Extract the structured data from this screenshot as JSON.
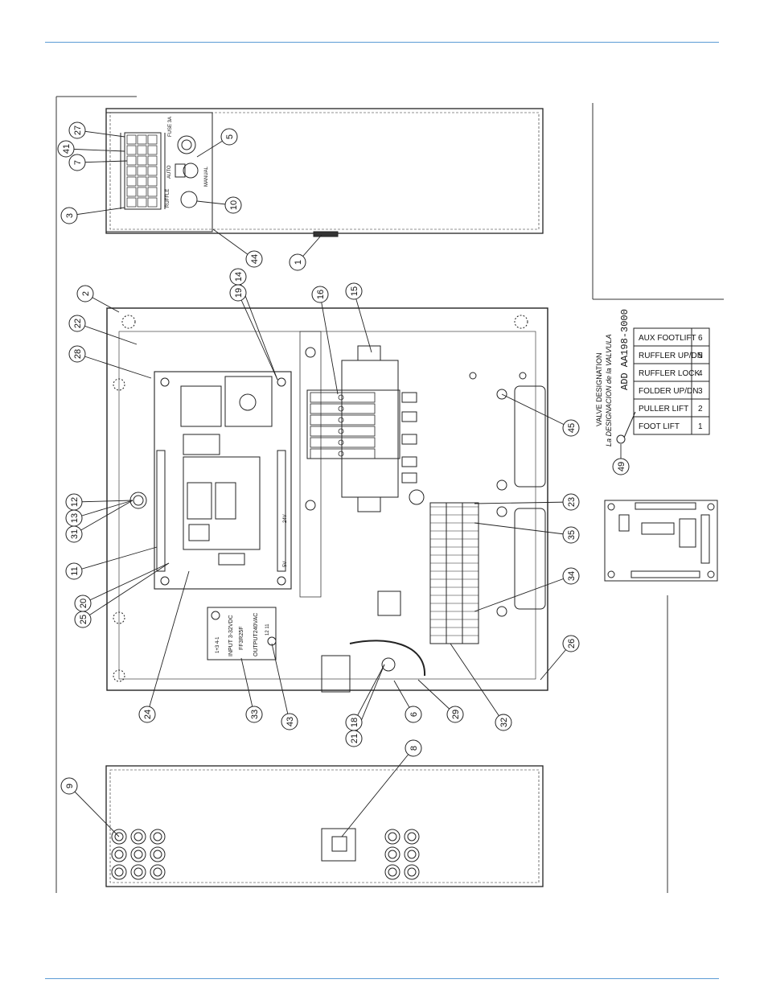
{
  "valve_designation": {
    "title": "VALVE DESIGNATION",
    "subtitle": "La DESIGNACION de la VALVULA",
    "add_note": "ADD  AA198-3000",
    "rows": [
      {
        "name": "AUX FOOTLIFT",
        "num": "6"
      },
      {
        "name": "RUFFLER UP/DN",
        "num": "5"
      },
      {
        "name": "RUFFLER LOCK",
        "num": "4"
      },
      {
        "name": "FOLDER UP/DN",
        "num": "3"
      },
      {
        "name": "PULLER LIFT",
        "num": "2"
      },
      {
        "name": "FOOT LIFT",
        "num": "1"
      }
    ]
  },
  "relay": {
    "line1": "1+3  4-1",
    "line2": "INPUT 3-32VDC",
    "line3": "FF3R25F",
    "line4": "OUTPUT240VAC",
    "line5": "12    11"
  },
  "panel_labels": {
    "fuse": "FUSE 3A",
    "auto": "AUTO",
    "manual": "MANUAL",
    "ruffle": "RUFFLE",
    "v24": "24V",
    "v5": "5V"
  },
  "callouts": [
    {
      "label": "27"
    },
    {
      "label": "41"
    },
    {
      "label": "7"
    },
    {
      "label": "3"
    },
    {
      "label": "5"
    },
    {
      "label": "10"
    },
    {
      "label": "44"
    },
    {
      "label": "1"
    },
    {
      "label": "2"
    },
    {
      "label": "22"
    },
    {
      "label": "28"
    },
    {
      "label": "14"
    },
    {
      "label": "19"
    },
    {
      "label": "16"
    },
    {
      "label": "15"
    },
    {
      "label": "31"
    },
    {
      "label": "13"
    },
    {
      "label": "12"
    },
    {
      "label": "11"
    },
    {
      "label": "25"
    },
    {
      "label": "20"
    },
    {
      "label": "24"
    },
    {
      "label": "33"
    },
    {
      "label": "43"
    },
    {
      "label": "21"
    },
    {
      "label": "18"
    },
    {
      "label": "6"
    },
    {
      "label": "29"
    },
    {
      "label": "32"
    },
    {
      "label": "23"
    },
    {
      "label": "35"
    },
    {
      "label": "34"
    },
    {
      "label": "26"
    },
    {
      "label": "45"
    },
    {
      "label": "49"
    },
    {
      "label": "8"
    },
    {
      "label": "9"
    }
  ]
}
